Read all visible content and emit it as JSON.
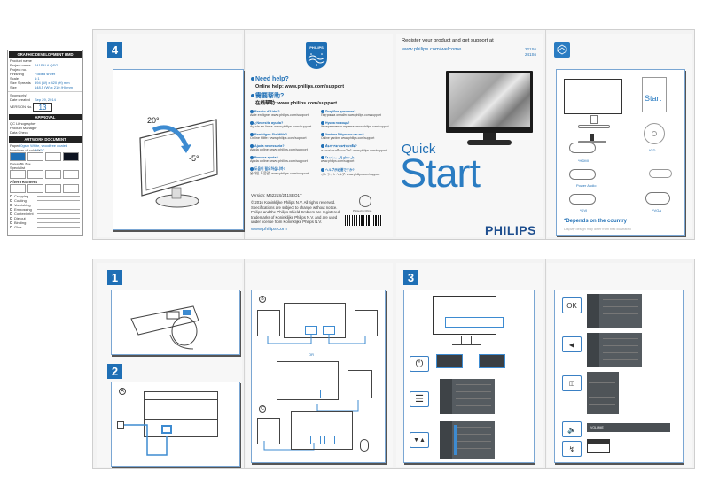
{
  "spec_form": {
    "header": "GRAPHIC DEVELOPMENT HMD",
    "fields": [
      {
        "label": "Product name",
        "value": ""
      },
      {
        "label": "Project name",
        "value": "241S4LA QSG"
      },
      {
        "label": "Project no.",
        "value": ""
      },
      {
        "label": "Finishing",
        "value": "Folded sheet"
      },
      {
        "label": "Scale",
        "value": "1:1"
      },
      {
        "label": "Size Spreads",
        "value": "594 (W) x 420 (H) mm"
      },
      {
        "label": "Size",
        "value": "148.5 (W) x 210 (H) mm"
      }
    ],
    "sponsor_label": "Sponsor(s)",
    "date_label": "Date created",
    "date_value": "Sep 29, 2014",
    "version_label": "VERSION No.",
    "version_value": "13",
    "approval_header": "APPROVAL",
    "approval_rows": [
      "QC Lithographer",
      "Product Manager",
      "Data Check"
    ],
    "artwork_header": "ARTWORK DOCUMENT",
    "paper_label": "Paper",
    "paper_value": "80gsm White, woodfree coated",
    "colors_label": "Numbers of colours",
    "colors_value": "2C/2C",
    "swatch_labels": [
      "Process Blk",
      "Blue"
    ],
    "specialist_label": "Specialist",
    "aftertreatment_label": "Aftertreatment",
    "checklist": [
      "Cropping",
      "Coating",
      "Varnishing",
      "Embossing",
      "Contextprint",
      "Die-cut",
      "Binding",
      "Glue"
    ],
    "swatch_colors": [
      "#1f6fb5",
      "#ffffff",
      "#ffffff",
      "#0d1320"
    ]
  },
  "top_sheet": {
    "step4": {
      "number": "4",
      "angle_up": "20°",
      "angle_down": "-5°"
    },
    "support_panel": {
      "brand": "PHILIPS",
      "need_help_title": "Need help?",
      "need_help_line": "Online help: www.philips.com/support",
      "cn_title": "需要帮助?",
      "cn_line": "在线帮助: www.philips.com/support",
      "languages_left": [
        {
          "title": "Besoin d'Aide ?",
          "line": "Aide en ligne: www.philips.com/support"
        },
        {
          "title": "¿Necesita ayuda?",
          "line": "Ayuda en línea: www.philips.com/support"
        },
        {
          "title": "Benötigen Sie Hilfe?",
          "line": "Online Hilfe: www.philips.com/support"
        },
        {
          "title": "Ajuda necessária?",
          "line": "Ajuda online: www.philips.com/support"
        },
        {
          "title": "Precisa ajuda?",
          "line": "Ajuda online: www.philips.com/support"
        },
        {
          "title": "도움이 필요하십니까?",
          "line": "온라인 도움말: www.philips.com/support"
        }
      ],
      "languages_right": [
        {
          "title": "Потрібна допомога?",
          "line": "Підтримка онлайн: www.philips.com/support"
        },
        {
          "title": "Нужна помощь?",
          "line": "Интерактивная справка: www.philips.com/support"
        },
        {
          "title": "Yardıma İhtiyacınız var mı?",
          "line": "Online yardım: www.philips.com/support"
        },
        {
          "title": "ต้องการความช่วยเหลือ?",
          "line": "ความช่วยเหลือออนไลน์: www.philips.com/support"
        },
        {
          "title": "هل تحتاج إلى مساعدة؟",
          "line": "www.philips.com/support"
        },
        {
          "title": "ヘルプが必要ですか?",
          "line": "オンラインヘルプ: www.philips.com/support"
        }
      ],
      "version": "Version: M6221S/241SEQ1T",
      "legal": "© 2016 Koninklijke Philips N.V. All rights reserved. Specifications are subject to change without notice. Philips and the Philips Shield Emblem are registered trademarks of Koninklijke Philips N.V. and are used under license from Koninklijke Philips N.V.",
      "website": "www.philips.com",
      "recycle_caption": "Printed in China"
    },
    "cover": {
      "register_text": "Register your product and get support at",
      "register_url": "www.philips.com/welcome",
      "models": [
        "221S6",
        "241S6"
      ],
      "title_small": "Quick",
      "title_large": "Start",
      "brand": "PHILIPS"
    },
    "box_contents": {
      "items": [
        "Quick Start",
        "*CD",
        "*HDMI",
        "Power Audio",
        "*DVI",
        "*VGA"
      ],
      "footnote": "*Depends on the country",
      "disclaimer": "Display design may differ from that illustrated"
    }
  },
  "bottom_sheet": {
    "step1": {
      "number": "1"
    },
    "step2": {
      "number": "2",
      "label_a": "A"
    },
    "connections": {
      "label_b": "B",
      "label_c": "C",
      "or_label": "OR"
    },
    "step3": {
      "number": "3"
    },
    "controls": [
      "OK",
      "◀",
      "SmartImage",
      "Volume",
      "Input"
    ],
    "volume_bar": "VOLUME"
  },
  "colors": {
    "accent": "#1f6fb5",
    "sheet_bg": "#f3f3f3",
    "osd_bg": "#555b60"
  }
}
